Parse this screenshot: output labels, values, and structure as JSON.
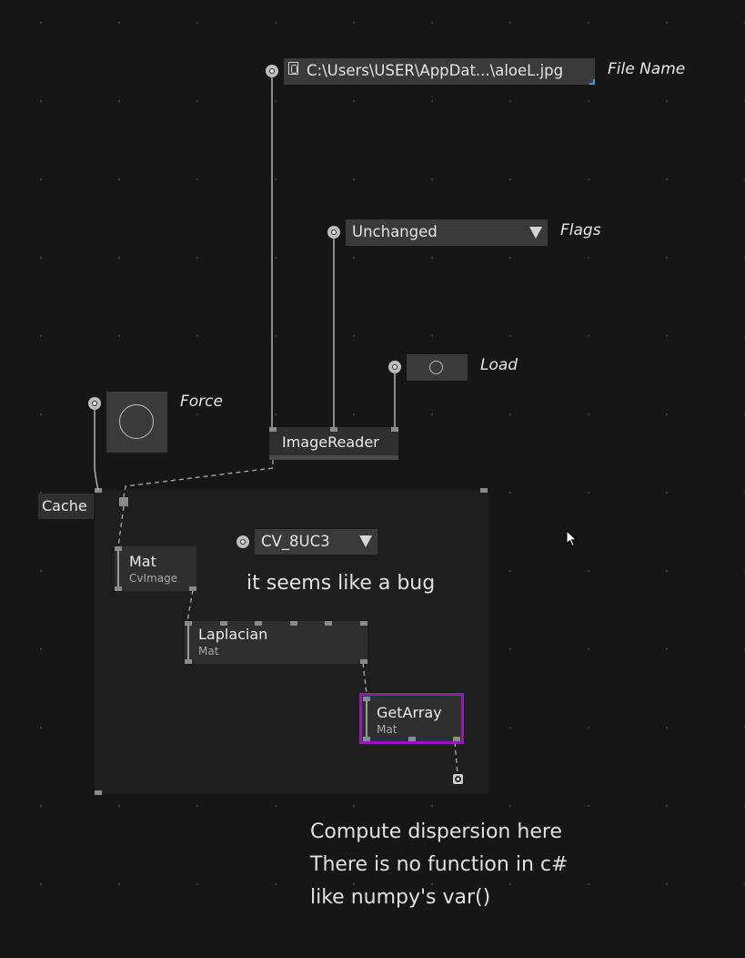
{
  "file_name": {
    "value": "C:\\Users\\USER\\AppDat...\\aloeL.jpg",
    "label": "File Name"
  },
  "flags": {
    "value": "Unchanged",
    "label": "Flags"
  },
  "load": {
    "label": "Load"
  },
  "force": {
    "label": "Force"
  },
  "image_reader": {
    "title": "ImageReader"
  },
  "cache": {
    "label": "Cache"
  },
  "mat_node": {
    "title": "Mat",
    "subtitle": "CvImage"
  },
  "depth_select": {
    "value": "CV_8UC3"
  },
  "laplacian_node": {
    "title": "Laplacian",
    "subtitle": "Mat"
  },
  "getarray_node": {
    "title": "GetArray",
    "subtitle": "Mat"
  },
  "comments": {
    "bug_note": "it seems like a bug",
    "dispersion_line1": "Compute dispersion here",
    "dispersion_line2": "There is no function in c#",
    "dispersion_line3": "like numpy's var()"
  },
  "colors": {
    "background": "#161616",
    "node": "#2f2f2f",
    "selected_border": "#8e1ea8"
  }
}
